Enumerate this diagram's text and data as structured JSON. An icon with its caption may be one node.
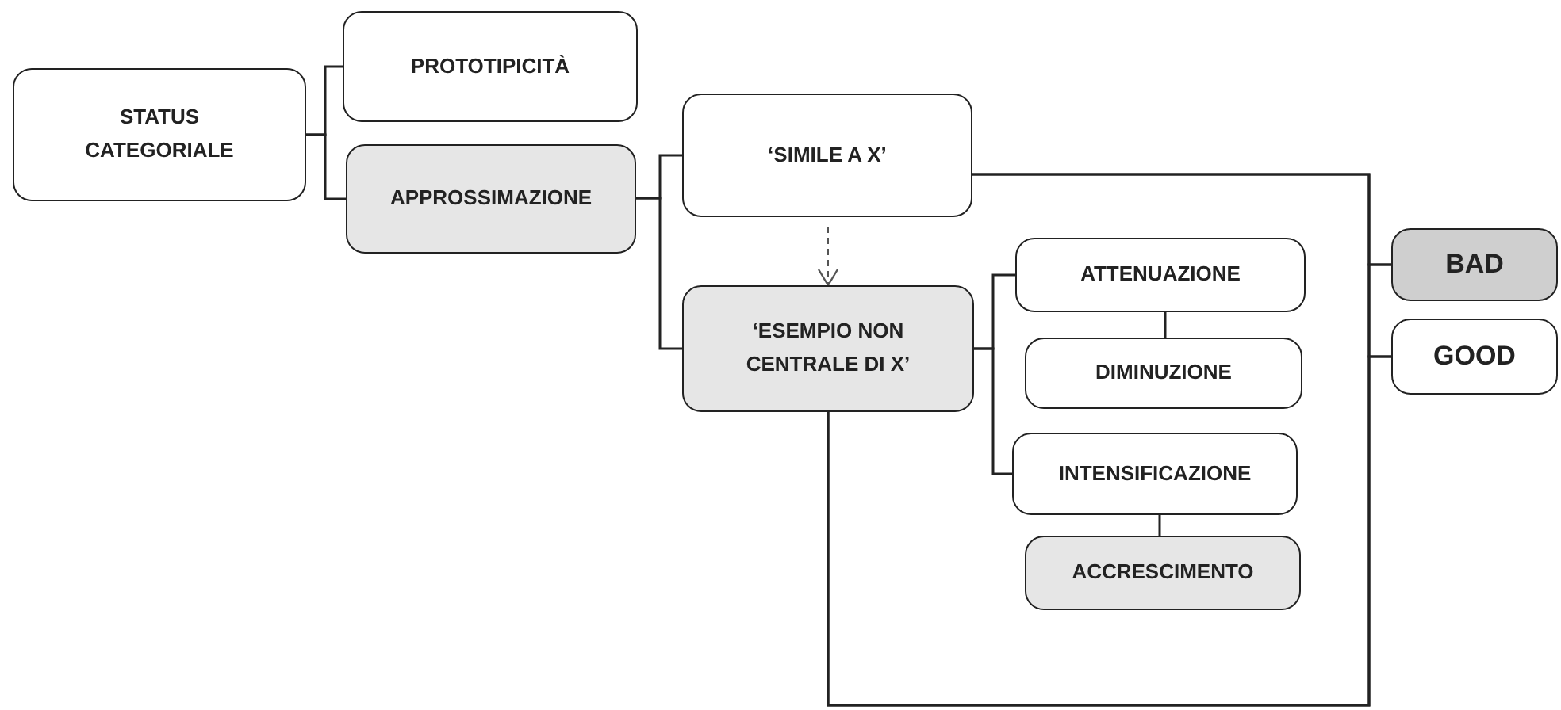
{
  "diagram": {
    "nodes": [
      {
        "text": [
          "STATUS CATEGORIALE"
        ]
      },
      {
        "text": [
          "PROTOTIPICITÀ"
        ]
      },
      {
        "text": [
          "APPROSSIMAZIONE"
        ]
      },
      {
        "text": [
          "‘SIMILE A X’"
        ]
      },
      {
        "text": [
          "‘ESEMPIO NON CENTRALE DI X’"
        ]
      },
      {
        "text": [
          "ATTENUAZIONE"
        ]
      },
      {
        "text": [
          "DIMINUZIONE"
        ]
      },
      {
        "text": [
          "INTENSIFICAZIONE"
        ]
      },
      {
        "text": [
          "ACCRESCIMENTO"
        ]
      },
      {
        "text": [
          "BAD"
        ]
      },
      {
        "text": [
          "GOOD"
        ]
      }
    ],
    "edges": [
      {
        "from": 0,
        "to": 1,
        "arrow": "none"
      },
      {
        "from": 0,
        "to": 2,
        "arrow": "none"
      },
      {
        "from": 2,
        "to": 3,
        "arrow": "none"
      },
      {
        "from": 2,
        "to": 4,
        "arrow": "none"
      },
      {
        "from": 3,
        "to": 4,
        "arrow": "to",
        "style": "dashed"
      },
      {
        "from": 4,
        "to": 5,
        "arrow": "none"
      },
      {
        "from": 4,
        "to": 7,
        "arrow": "none"
      },
      {
        "from": 5,
        "to": 6,
        "arrow": "none"
      },
      {
        "from": 7,
        "to": 8,
        "arrow": "none"
      },
      {
        "from": 3,
        "to": 9,
        "arrow": "none"
      },
      {
        "from": 3,
        "to": 10,
        "arrow": "none"
      },
      {
        "from": 4,
        "to": 9,
        "arrow": "none"
      },
      {
        "from": 4,
        "to": 10,
        "arrow": "none"
      }
    ]
  }
}
